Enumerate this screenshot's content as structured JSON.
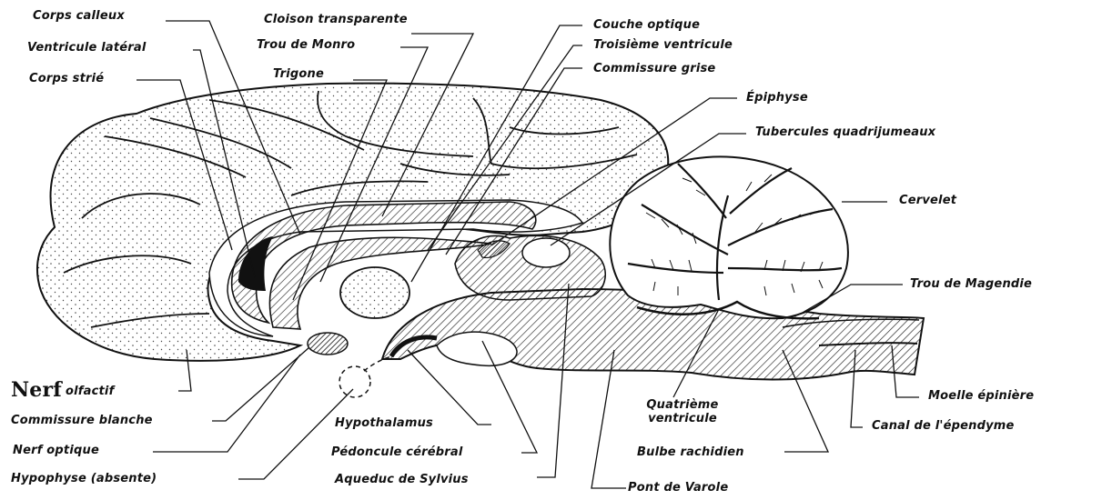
{
  "labels": {
    "corps_calleux": "Corps calleux",
    "ventricule_lateral": "Ventricule latéral",
    "corps_strie": "Corps strié",
    "cloison_transparente": "Cloison transparente",
    "trou_de_monro": "Trou de Monro",
    "trigone": "Trigone",
    "couche_optique": "Couche optique",
    "troisieme_ventricule": "Troisième ventricule",
    "commissure_grise": "Commissure grise",
    "epiphyse": "Épiphyse",
    "tubercules_quadrijumeaux": "Tubercules quadrijumeaux",
    "cervelet": "Cervelet",
    "trou_de_magendie": "Trou de Magendie",
    "nerf_olfactif_handwritten": "Nerf",
    "nerf_olfactif": "olfactif",
    "commissure_blanche": "Commissure blanche",
    "nerf_optique": "Nerf optique",
    "hypophyse": "Hypophyse (absente)",
    "hypothalamus": "Hypothalamus",
    "pedoncule_cerebral": "Pédoncule cérébral",
    "aqueduc_de_sylvius": "Aqueduc de Sylvius",
    "quatrieme_ventricule": "Quatrième ventricule",
    "bulbe_rachidien": "Bulbe rachidien",
    "pont_de_varole": "Pont de Varole",
    "moelle_epiniere": "Moelle épinière",
    "canal_ependyme": "Canal de l'épendyme"
  }
}
